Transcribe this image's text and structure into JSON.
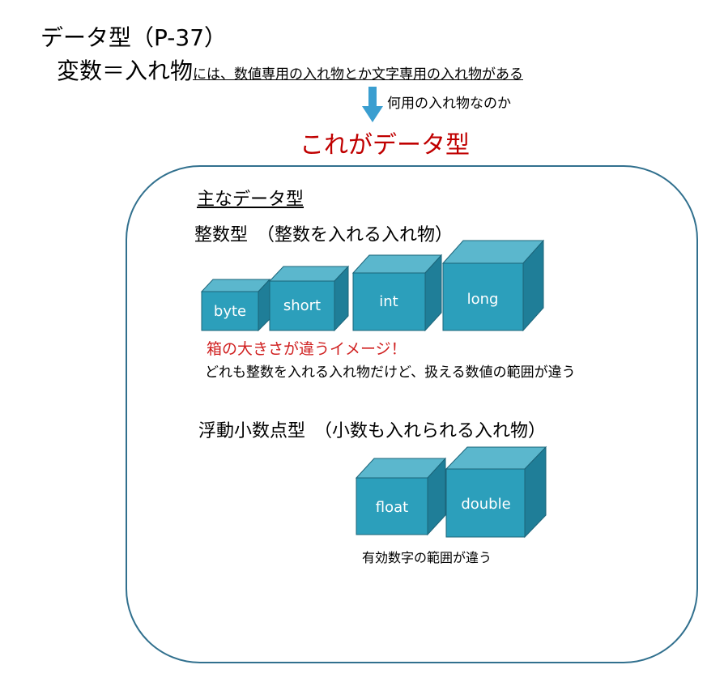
{
  "title": "データ型（P-37）",
  "subtitle": {
    "lead": "変数＝入れ物",
    "rest": "には、数値専用の入れ物とか文字専用の入れ物がある"
  },
  "arrow_label": "何用の入れ物なのか",
  "highlight": "これがデータ型",
  "panel": {
    "title": "主なデータ型",
    "integer": {
      "heading": "整数型　（整数を入れる入れ物）",
      "types": [
        "byte",
        "short",
        "int",
        "long"
      ],
      "note_red": "箱の大きさが違うイメージ！",
      "note": "どれも整数を入れる入れ物だけど、扱える数値の範囲が違う"
    },
    "float": {
      "heading": "浮動小数点型　（小数も入れられる入れ物）",
      "types": [
        "float",
        "double"
      ],
      "note": "有効数字の範囲が違う"
    }
  },
  "colors": {
    "box_front": "#2c9fbb",
    "box_top": "#5bb7cd",
    "box_side": "#1f7e98",
    "box_stroke": "#1b6479",
    "highlight": "#c00000",
    "note_red": "#d02020",
    "panel_border": "#31708e",
    "arrow": "#3a9ed0"
  }
}
